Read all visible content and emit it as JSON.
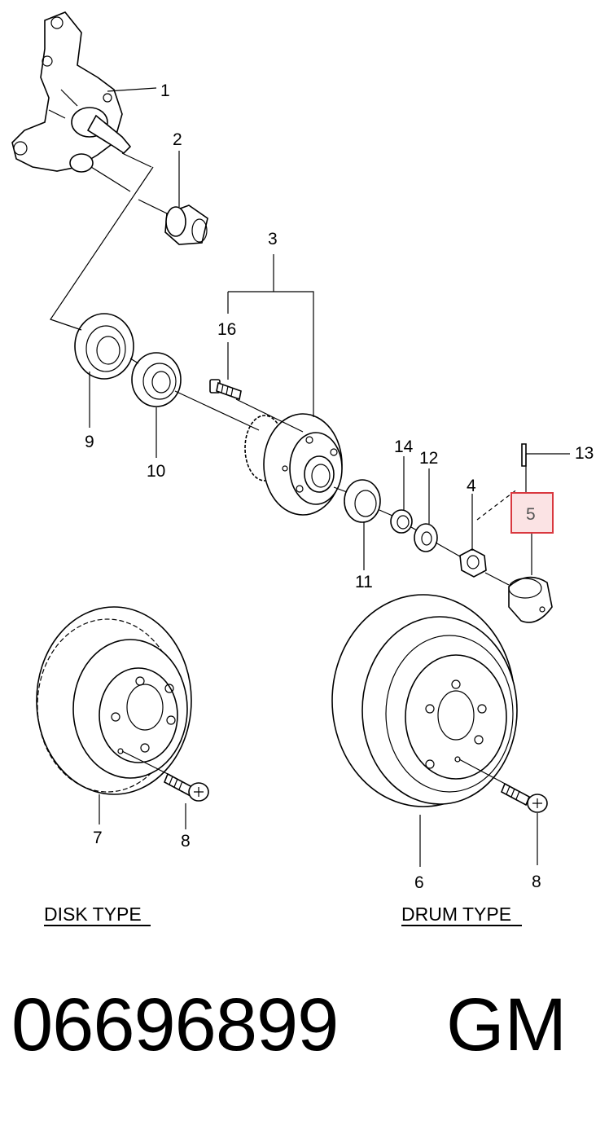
{
  "callouts": {
    "c1": "1",
    "c2": "2",
    "c3": "3",
    "c16": "16",
    "c9": "9",
    "c10": "10",
    "c14": "14",
    "c12": "12",
    "c13": "13",
    "c4": "4",
    "c5": "5",
    "c11": "11",
    "c7": "7",
    "c8a": "8",
    "c6": "6",
    "c8b": "8"
  },
  "labels": {
    "disk_type": "DISK TYPE",
    "drum_type": "DRUM TYPE"
  },
  "highlight_color": "#d9383f",
  "highlight_fill": "#fbe3e4",
  "footer": {
    "part_number": "06696899",
    "brand": "GM"
  }
}
